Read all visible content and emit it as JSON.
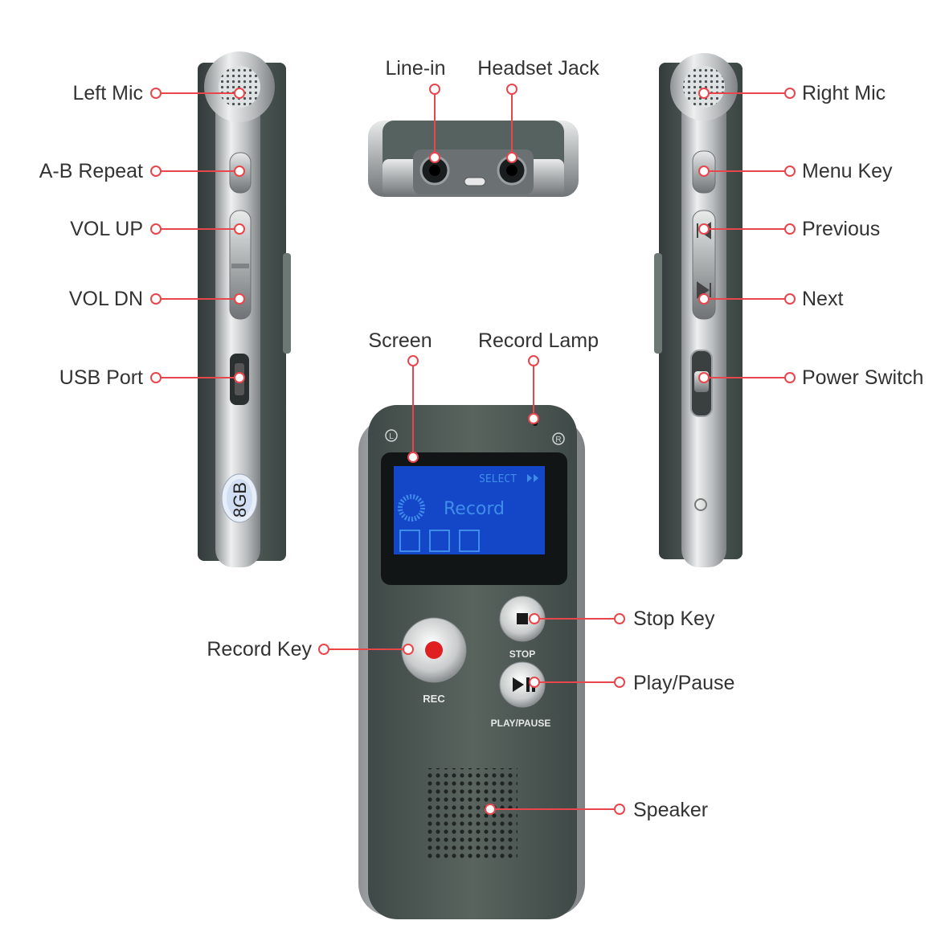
{
  "colors": {
    "leader": "#e8464b",
    "body": "#4c5754",
    "body_dark": "#3a4441",
    "metal": "#c5c8c8",
    "screen": "#1446c8",
    "screen_text": "#3f8de8",
    "rec_dot": "#e02020",
    "label_text": "#333333"
  },
  "labels": {
    "left_mic": "Left Mic",
    "ab_repeat": "A-B Repeat",
    "vol_up": "VOL UP",
    "vol_dn": "VOL DN",
    "usb_port": "USB Port",
    "line_in": "Line-in",
    "headset_jack": "Headset Jack",
    "right_mic": "Right Mic",
    "menu_key": "Menu Key",
    "previous": "Previous",
    "next": "Next",
    "power_switch": "Power Switch",
    "screen": "Screen",
    "record_lamp": "Record Lamp",
    "record_key": "Record Key",
    "stop_key": "Stop Key",
    "play_pause": "Play/Pause",
    "speaker": "Speaker"
  },
  "device": {
    "capacity_sticker": "8GB",
    "left_channel_mark": "L",
    "right_channel_mark": "R",
    "screen_select": "SELECT",
    "screen_mode": "Record",
    "rec_button": "REC",
    "stop_button": "STOP",
    "play_button": "PLAY/PAUSE"
  },
  "icons": [
    "microphone-grille-icon",
    "record-dot-icon",
    "stop-square-icon",
    "play-pause-icon",
    "previous-track-icon",
    "next-track-icon",
    "usb-port-icon",
    "speaker-grille-icon"
  ]
}
